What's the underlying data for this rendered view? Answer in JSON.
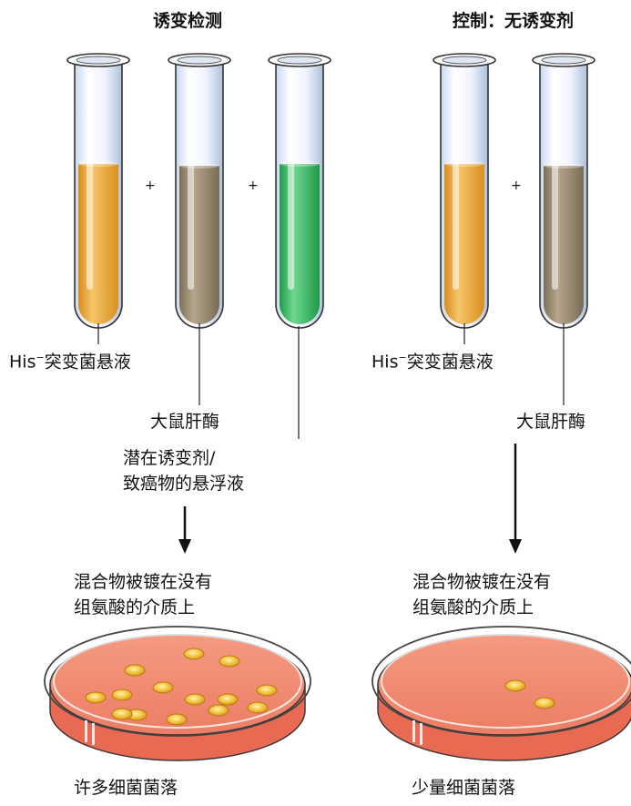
{
  "left_panel": {
    "title": "诱变检测",
    "label_his_prefix": "His",
    "label_his_sup": "−",
    "label_his_text": "突变菌悬液",
    "label_liver": "大鼠肝酶",
    "label_suspension_line1": "潜在诱变剂/",
    "label_suspension_line2": "致癌物的悬浮液",
    "label_plated_line1": "混合物被镀在没有",
    "label_plated_line2": "组氨酸的介质上",
    "label_result": "许多细菌菌落",
    "plus_1": "+",
    "plus_2": "+"
  },
  "right_panel": {
    "title": "控制：无诱变剂",
    "label_his_prefix": "His",
    "label_his_sup": "−",
    "label_his_text": "突变菌悬液",
    "label_liver": "大鼠肝酶",
    "label_plated_line1": "混合物被镀在没有",
    "label_plated_line2": "组氨酸的介质上",
    "label_result": "少量细菌菌落",
    "plus_1": "+"
  },
  "colors": {
    "bacteria_suspension": "#e9a93c",
    "rat_liver_enzyme": "#9a8a72",
    "mutagen_suspension": "#2fb45a",
    "agar_medium": "#f08a73",
    "colony": "#f2c23a"
  }
}
